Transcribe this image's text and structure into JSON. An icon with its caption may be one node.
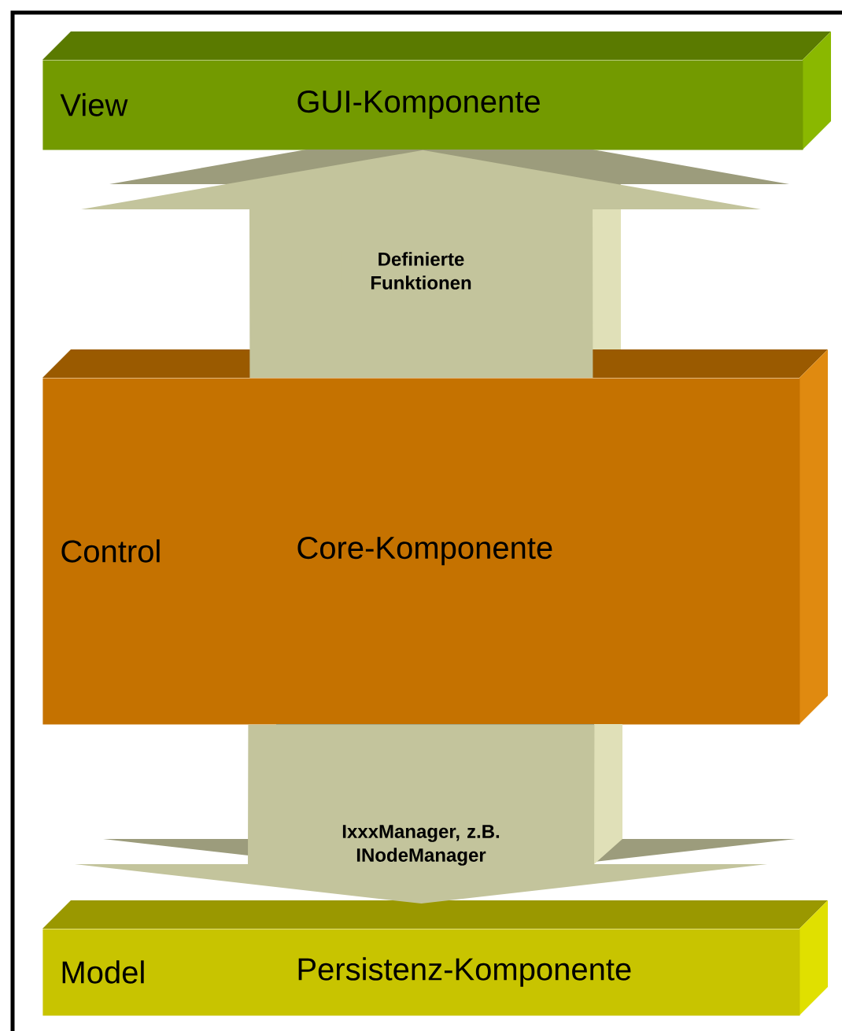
{
  "diagram": {
    "nodes": [
      {
        "text": [
          "View",
          "GUI-Komponente"
        ]
      },
      {
        "text": [
          "Control",
          "Core-Komponente"
        ]
      },
      {
        "text": [
          "Model",
          "Persistenz-Komponente"
        ]
      }
    ],
    "edges": [
      {
        "from": 1,
        "to": 0,
        "arrow": "to",
        "label": "Definierte Funktionen"
      },
      {
        "from": 1,
        "to": 2,
        "arrow": "to",
        "label": "IxxxManager, z.B. INodeManager"
      }
    ]
  }
}
